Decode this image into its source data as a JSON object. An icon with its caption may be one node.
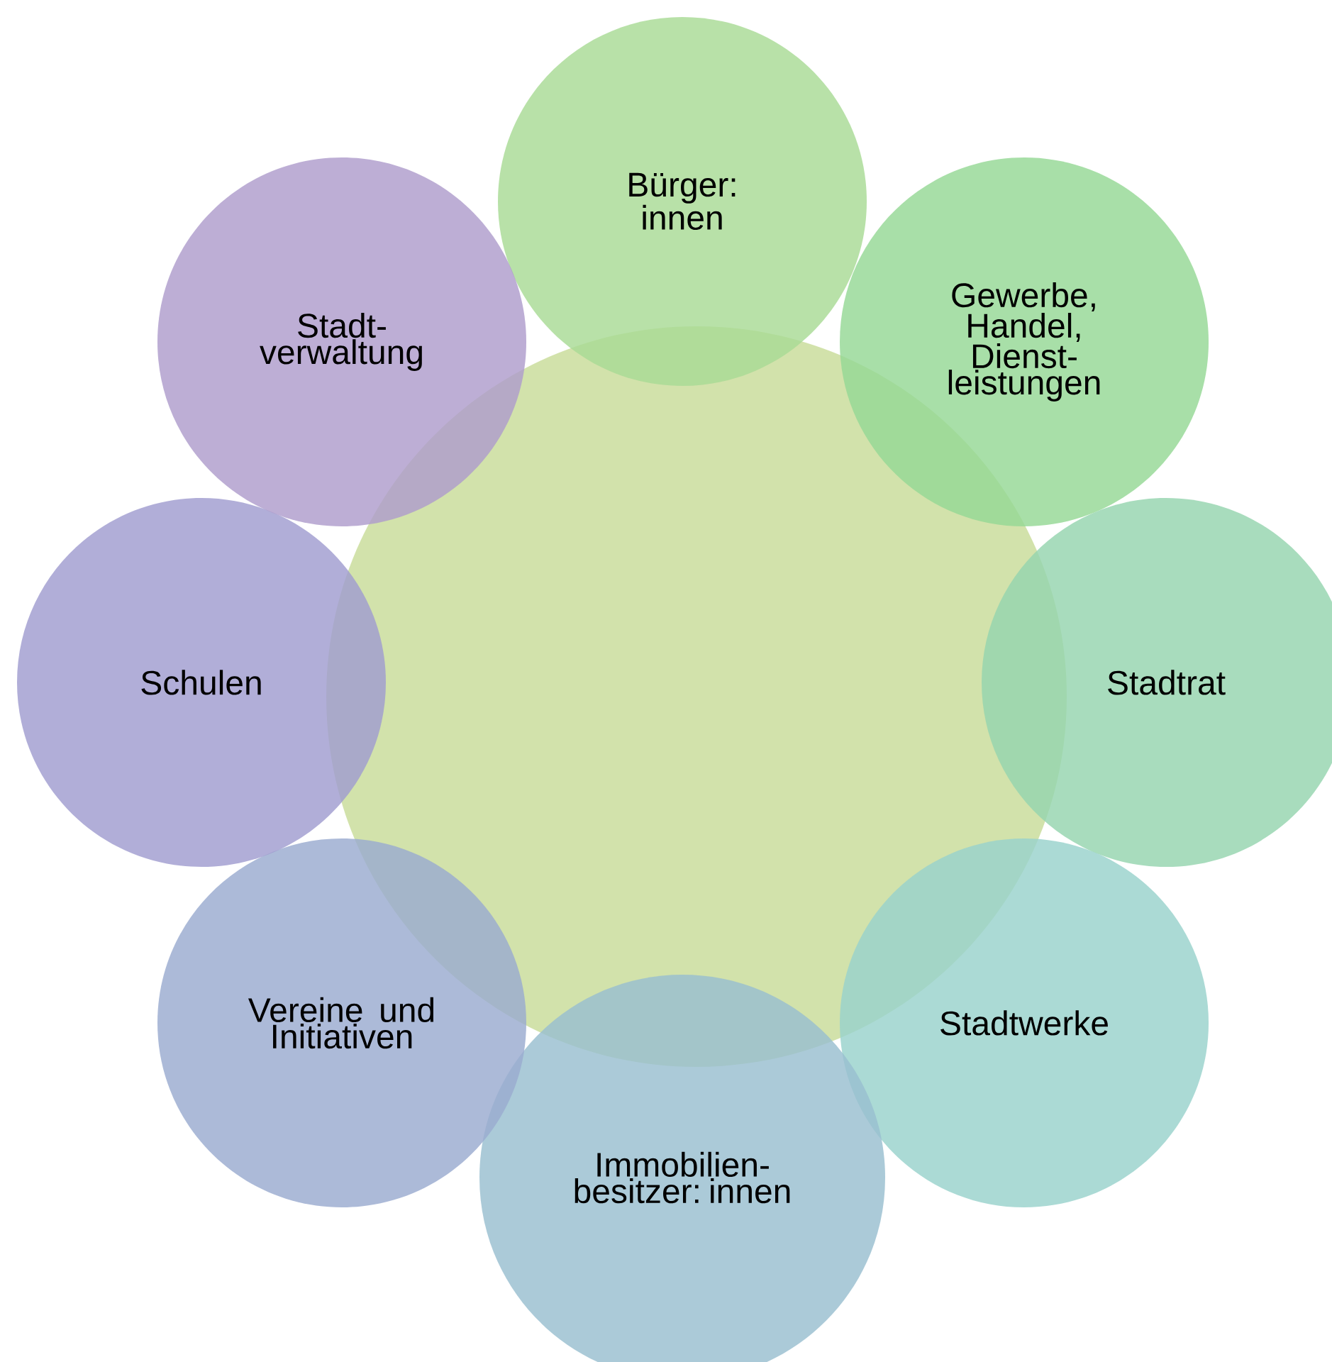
{
  "diagram": {
    "nodes": [
      {
        "text": [],
        "shape": "circle"
      },
      {
        "text": [
          "Bürger: innen"
        ]
      },
      {
        "text": [
          "Gewerbe, Handel, Dienst- leistungen"
        ]
      },
      {
        "text": [
          "Stadtrat"
        ]
      },
      {
        "text": [
          "Stadtwerke"
        ]
      },
      {
        "text": [
          "Immobilien- besitzer: innen"
        ]
      },
      {
        "text": [
          "Vereine und Initiativen"
        ]
      },
      {
        "text": [
          "Schulen"
        ]
      },
      {
        "text": [
          "Stadt- verwaltung"
        ]
      }
    ]
  }
}
